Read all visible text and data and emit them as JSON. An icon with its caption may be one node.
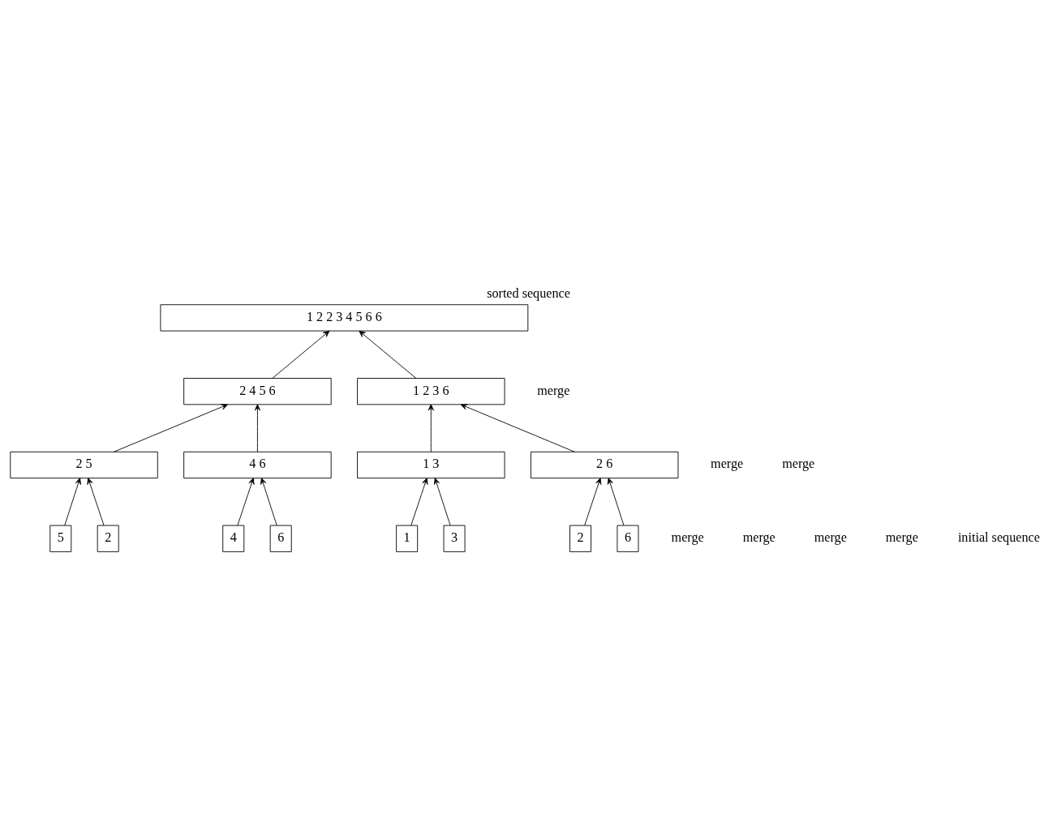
{
  "diagram": {
    "title": "sorted sequence",
    "caption": "initial sequence",
    "nodes": [
      {
        "text": [
          "1 2 2 3 4 5 6 6"
        ]
      },
      {
        "text": [
          "2 4 5 6"
        ]
      },
      {
        "text": [
          "1 2 3 6"
        ]
      },
      {
        "text": [
          "2 5"
        ]
      },
      {
        "text": [
          "4 6"
        ]
      },
      {
        "text": [
          "1 3"
        ]
      },
      {
        "text": [
          "2 6"
        ]
      },
      {
        "text": [
          "5"
        ]
      },
      {
        "text": [
          "2"
        ]
      },
      {
        "text": [
          "4"
        ]
      },
      {
        "text": [
          "6"
        ]
      },
      {
        "text": [
          "1"
        ]
      },
      {
        "text": [
          "3"
        ]
      },
      {
        "text": [
          "2"
        ]
      },
      {
        "text": [
          "6"
        ]
      }
    ],
    "edges": [
      {
        "from": 1,
        "to": 0,
        "arrow": "to"
      },
      {
        "from": 2,
        "to": 0,
        "arrow": "to"
      },
      {
        "from": 3,
        "to": 1,
        "arrow": "to"
      },
      {
        "from": 4,
        "to": 1,
        "arrow": "to"
      },
      {
        "from": 5,
        "to": 2,
        "arrow": "to"
      },
      {
        "from": 6,
        "to": 2,
        "arrow": "to"
      },
      {
        "from": 7,
        "to": 3,
        "arrow": "to"
      },
      {
        "from": 8,
        "to": 3,
        "arrow": "to"
      },
      {
        "from": 9,
        "to": 4,
        "arrow": "to"
      },
      {
        "from": 10,
        "to": 4,
        "arrow": "to"
      },
      {
        "from": 11,
        "to": 5,
        "arrow": "to"
      },
      {
        "from": 12,
        "to": 5,
        "arrow": "to"
      },
      {
        "from": 13,
        "to": 6,
        "arrow": "to"
      },
      {
        "from": 14,
        "to": 6,
        "arrow": "to"
      }
    ],
    "labels": [
      "merge",
      "merge",
      "merge",
      "merge",
      "merge",
      "merge",
      "merge"
    ]
  }
}
